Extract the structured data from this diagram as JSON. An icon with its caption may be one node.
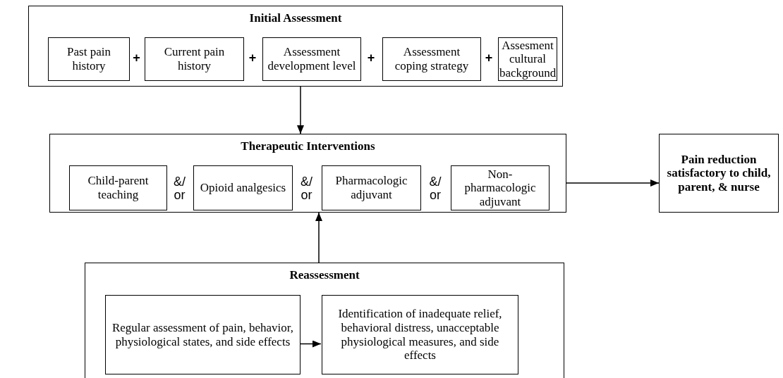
{
  "diagram": {
    "nodes": [
      {
        "text": [
          "Initial Assessment"
        ]
      },
      {
        "text": [
          "Past pain history"
        ],
        "in": 0
      },
      {
        "text": [
          "Current pain history"
        ],
        "in": 0
      },
      {
        "text": [
          "Assessment development level"
        ],
        "in": 0
      },
      {
        "text": [
          "Assessment coping strategy"
        ],
        "in": 0
      },
      {
        "text": [
          "Assesment cultural background"
        ],
        "in": 0
      },
      {
        "text": [
          "Therapeutic Interventions"
        ]
      },
      {
        "text": [
          "Child-parent teaching"
        ],
        "in": 6
      },
      {
        "text": [
          "Opioid analgesics"
        ],
        "in": 6
      },
      {
        "text": [
          "Pharmacologic adjuvant"
        ],
        "in": 6
      },
      {
        "text": [
          "Non-pharmacologic adjuvant"
        ],
        "in": 6
      },
      {
        "text": [
          "Pain reduction satisfactory to child, parent, & nurse"
        ]
      },
      {
        "text": [
          "Reassessment"
        ]
      },
      {
        "text": [
          "Regular assessment of pain, behavior, physiological states, and side effects"
        ],
        "in": 12
      },
      {
        "text": [
          "Identification of inadequate relief, behavioral distress, unacceptable physiological measures, and side effects"
        ],
        "in": 12
      }
    ],
    "edges": [
      {
        "from": 0,
        "to": 6,
        "arrow": "to"
      },
      {
        "from": 12,
        "to": 6,
        "arrow": "to"
      },
      {
        "from": 6,
        "to": 11,
        "arrow": "to"
      },
      {
        "from": 13,
        "to": 14,
        "arrow": "to"
      }
    ],
    "labels": [
      "+",
      "+",
      "+",
      "+",
      "&/ or",
      "&/ or",
      "&/ or"
    ]
  }
}
